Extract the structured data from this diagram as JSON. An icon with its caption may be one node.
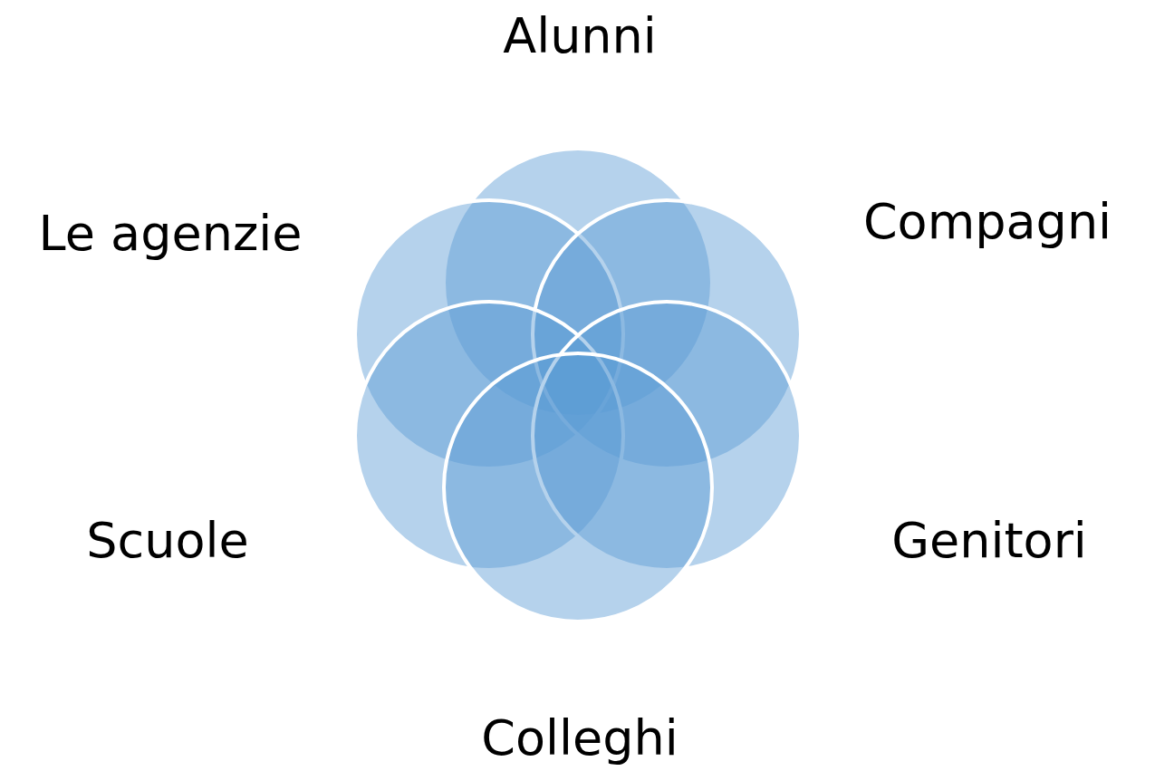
{
  "diagram": {
    "nodes": [
      {
        "text": [
          "Alunni"
        ]
      },
      {
        "text": [
          "Le agenzie"
        ]
      },
      {
        "text": [
          "Compagni"
        ]
      },
      {
        "text": [
          "Scuole"
        ]
      },
      {
        "text": [
          "Genitori"
        ]
      },
      {
        "text": [
          "Colleghi"
        ]
      }
    ]
  }
}
